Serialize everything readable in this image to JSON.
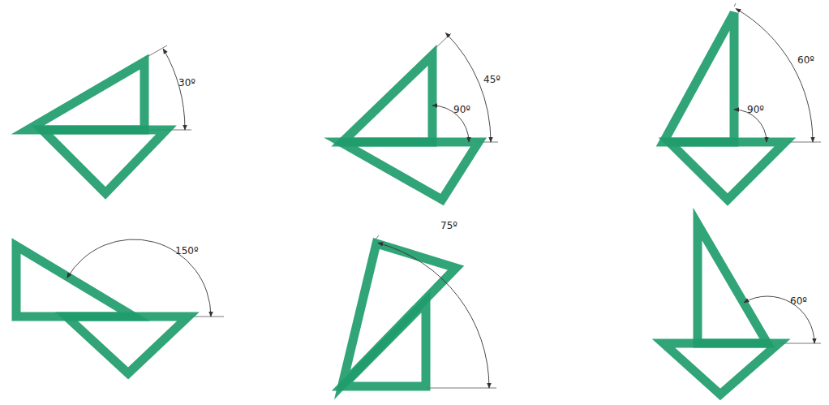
{
  "diagram": {
    "labels": [
      "30º",
      "45º",
      "90º",
      "60º",
      "90º",
      "150º",
      "75º",
      "60º"
    ]
  }
}
